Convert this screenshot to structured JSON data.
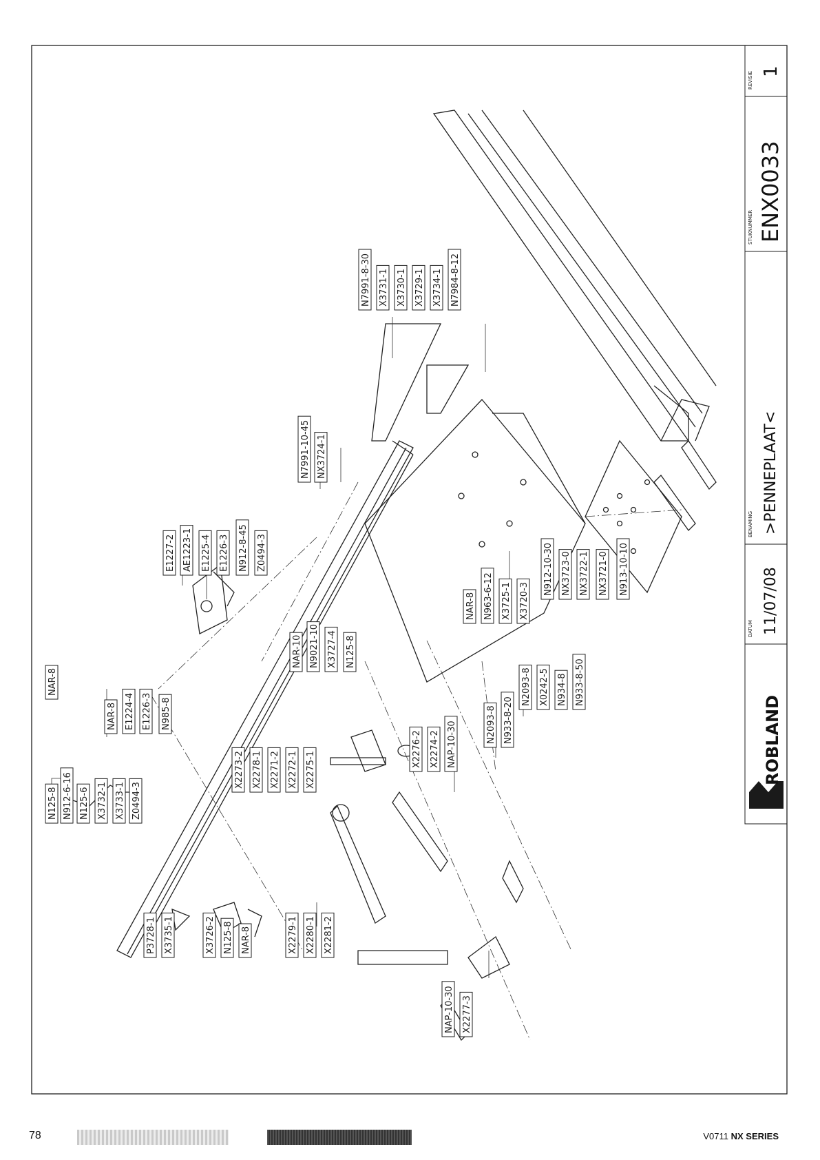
{
  "title_block": {
    "logo_text": "ROBLAND",
    "date_label": "DATUM",
    "date": "11/07/08",
    "name_label": "BENAMING",
    "name": ">PENNEPLAAT<",
    "part_number_label": "STUKNUMMER",
    "part_number": "ENX0033",
    "revision_label": "REVISIE",
    "revision": "1"
  },
  "parts": [
    "NAR-8",
    "N125-8",
    "N912-6-16",
    "N125-6",
    "X3732-1",
    "X3733-1",
    "Z0494-3",
    "NAR-8",
    "E1224-4",
    "E1226-3",
    "N985-8",
    "E1227-2",
    "AE1223-1",
    "E1225-4",
    "E1226-3",
    "N912-8-45",
    "Z0494-3",
    "N7991-10-45",
    "NX3724-1",
    "N7991-8-30",
    "X3731-1",
    "X3730-1",
    "X3729-1",
    "X3734-1",
    "N7984-8-12",
    "NAR-10",
    "N9021-10",
    "X3727-4",
    "N125-8",
    "NAR-8",
    "N963-6-12",
    "X3725-1",
    "X3720-3",
    "N912-10-30",
    "NX3723-0",
    "NX3722-1",
    "NX3721-0",
    "N913-10-10",
    "N2093-8",
    "N933-8-20",
    "N2093-8",
    "X0242-5",
    "N934-8",
    "N933-8-50",
    "X2273-2",
    "X2278-1",
    "X2271-2",
    "X2272-1",
    "X2275-1",
    "X2276-2",
    "X2274-2",
    "NAP-10-30",
    "P3728-1",
    "X3735-1",
    "X3726-2",
    "N125-8",
    "NAR-8",
    "X2279-1",
    "X2280-1",
    "X2281-2",
    "NAP-10-30",
    "X2277-3"
  ],
  "footer": {
    "page_number": "78",
    "series": "V0711",
    "series_bold": "NX SERIES"
  }
}
